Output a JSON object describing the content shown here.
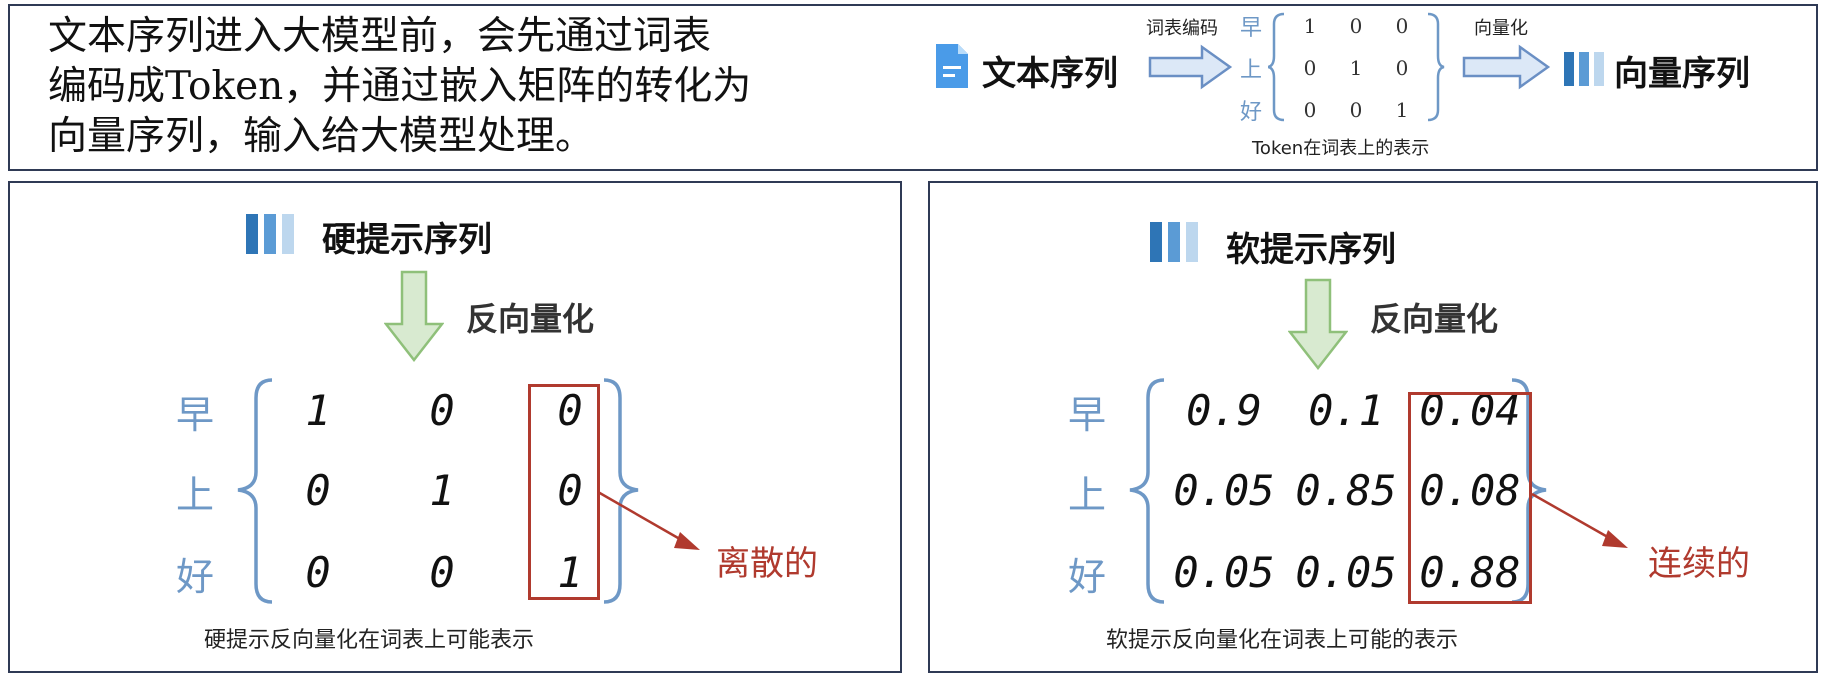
{
  "intro": {
    "line1": "文本序列进入大模型前，会先通过词表",
    "line2": "编码成Token，并通过嵌入矩阵的转化为",
    "line3": "向量序列，输入给大模型处理。"
  },
  "pipeline": {
    "text_seq_label": "文本序列",
    "encode_label": "词表编码",
    "vectorize_label": "向量化",
    "vector_seq_label": "向量序列",
    "rows": [
      "早",
      "上",
      "好"
    ],
    "matrix": [
      [
        "1",
        "0",
        "0"
      ],
      [
        "0",
        "1",
        "0"
      ],
      [
        "0",
        "0",
        "1"
      ]
    ],
    "matrix_caption": "Token在词表上的表示"
  },
  "hard": {
    "title": "硬提示序列",
    "dequant_label": "反向量化",
    "rows": [
      "早",
      "上",
      "好"
    ],
    "matrix": [
      [
        "1",
        "0",
        "0"
      ],
      [
        "0",
        "1",
        "0"
      ],
      [
        "0",
        "0",
        "1"
      ]
    ],
    "highlight_label": "离散的",
    "caption": "硬提示反向量化在词表上可能表示"
  },
  "soft": {
    "title": "软提示序列",
    "dequant_label": "反向量化",
    "rows": [
      "早",
      "上",
      "好"
    ],
    "matrix": [
      [
        "0.9",
        "0.1",
        "0.04"
      ],
      [
        "0.05",
        "0.85",
        "0.08"
      ],
      [
        "0.05",
        "0.05",
        "0.88"
      ]
    ],
    "highlight_label": "连续的",
    "caption": "软提示反向量化在词表上可能的表示"
  },
  "colors": {
    "border": "#2f3a55",
    "row_label": "#6e98c6",
    "highlight": "#b03a2e",
    "green_arrow": "#a9d18e",
    "blue_arrow": "#6a8fc4",
    "doc_icon": "#4a9be8",
    "vector_icon": "#2e75b6"
  }
}
